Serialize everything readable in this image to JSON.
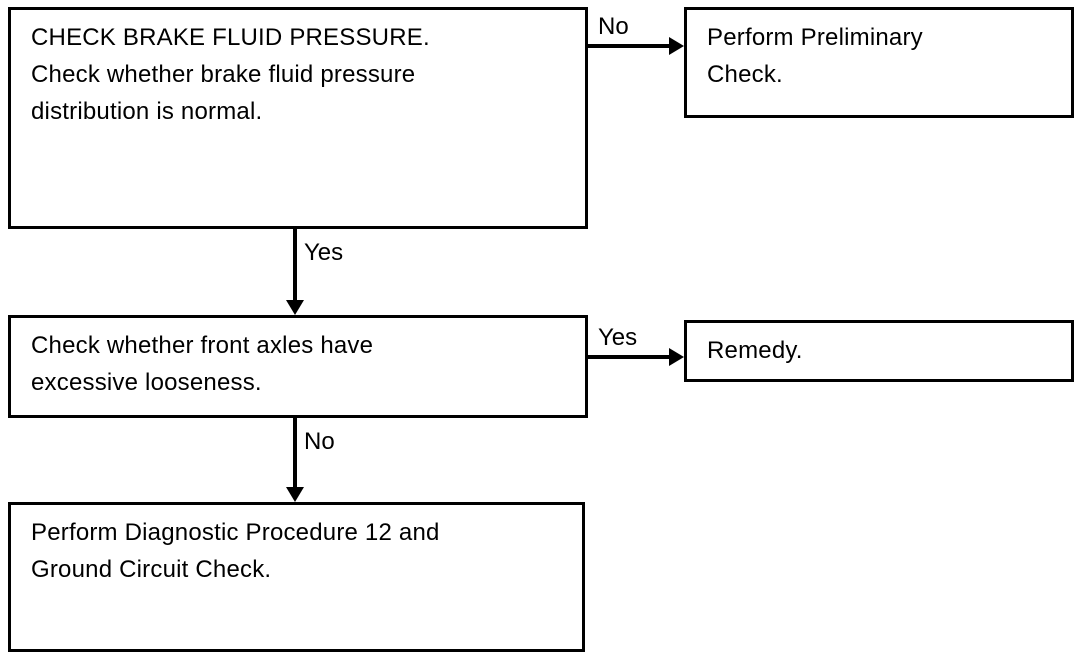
{
  "diagram": {
    "type": "flowchart",
    "title": "Brake Fluid Pressure Diagnostic Flowchart",
    "orientation": "top-to-bottom",
    "line_color": "#000000",
    "background_color": "#ffffff",
    "nodes": [
      {
        "id": "check-brake-fluid-pressure",
        "text": "CHECK BRAKE FLUID PRESSURE.\nCheck whether brake fluid pressure\ndistribution is normal.",
        "shape": "rectangle"
      },
      {
        "id": "perform-preliminary-check",
        "text": "Perform Preliminary\nCheck.",
        "shape": "rectangle"
      },
      {
        "id": "check-front-axles-looseness",
        "text": "Check whether front axles have\nexcessive looseness.",
        "shape": "rectangle"
      },
      {
        "id": "remedy",
        "text": "Remedy.",
        "shape": "rectangle"
      },
      {
        "id": "perform-diagnostic-procedure",
        "text": "Perform Diagnostic Procedure 12 and\nGround Circuit Check.",
        "shape": "rectangle"
      }
    ],
    "edges": [
      {
        "id": "edge-no-preliminary",
        "from": "check-brake-fluid-pressure",
        "to": "perform-preliminary-check",
        "label": "No",
        "direction": "right"
      },
      {
        "id": "edge-yes-front-axles",
        "from": "check-brake-fluid-pressure",
        "to": "check-front-axles-looseness",
        "label": "Yes",
        "direction": "down"
      },
      {
        "id": "edge-yes-remedy",
        "from": "check-front-axles-looseness",
        "to": "remedy",
        "label": "Yes",
        "direction": "right"
      },
      {
        "id": "edge-no-diagnostic",
        "from": "check-front-axles-looseness",
        "to": "perform-diagnostic-procedure",
        "label": "No",
        "direction": "down"
      }
    ]
  }
}
